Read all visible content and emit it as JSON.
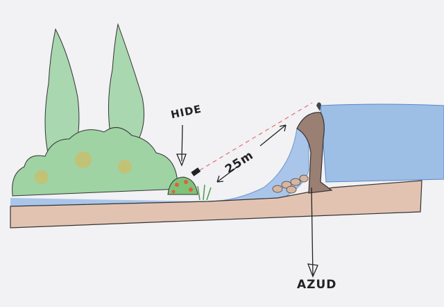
{
  "labels": {
    "hide": "HIDE",
    "distance": "25m",
    "azud": "AZUD"
  },
  "colors": {
    "paper": "#f2f1f3",
    "water": "#7fa9db",
    "soil": "#d9b7a3",
    "vegetation": "#8cc79a",
    "weir": "#9a7f73",
    "sightline": "#e07070"
  }
}
